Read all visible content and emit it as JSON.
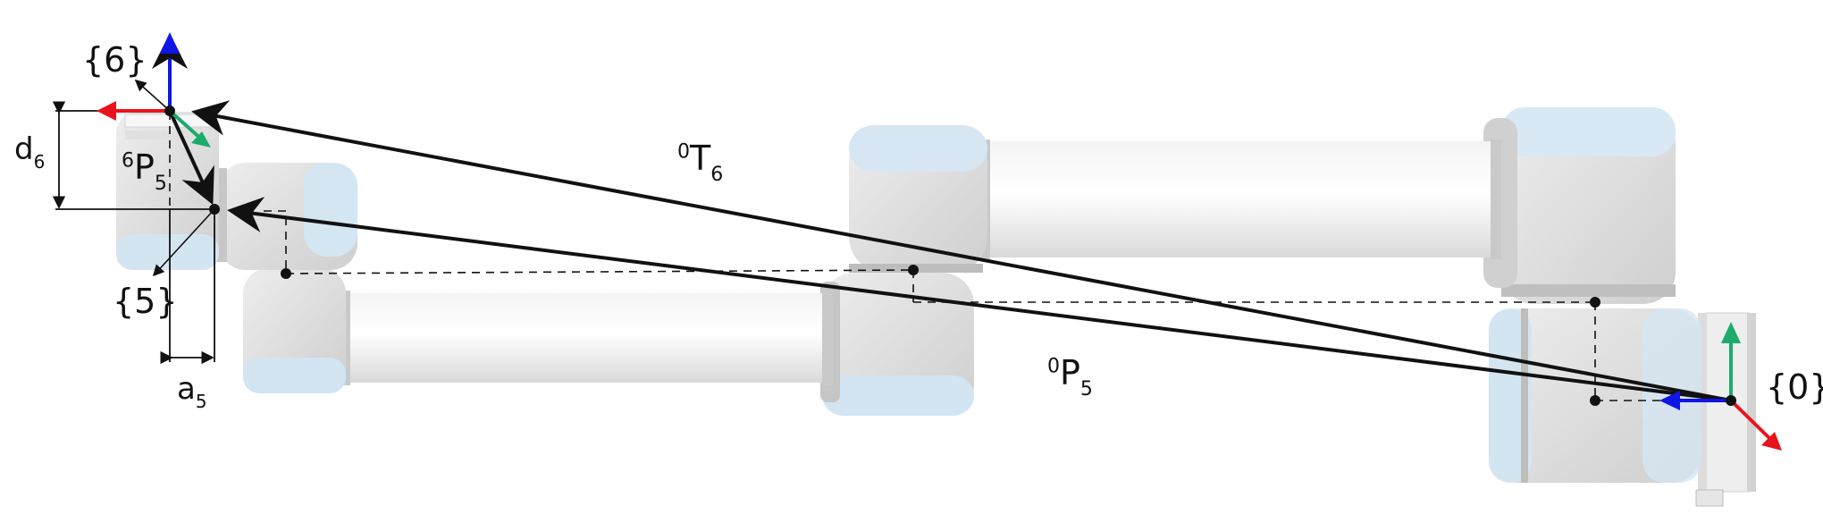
{
  "frames": {
    "frame6": "{6}",
    "frame5": "{5}",
    "frame0": "{0}"
  },
  "labels": {
    "transform": {
      "sup": "0",
      "main": "T",
      "sub": "6"
    },
    "p5_from_base": {
      "sup": "0",
      "main": "P",
      "sub": "5"
    },
    "p5_from_tool": {
      "sup": "6",
      "main": "P",
      "sub": "5"
    },
    "d6": {
      "main": "d",
      "sub": "6"
    },
    "a5": {
      "main": "a",
      "sub": "5"
    }
  },
  "colors": {
    "axis_x": "#e8141b",
    "axis_y": "#1bab6b",
    "axis_z": "#1016e6",
    "vector": "#111111",
    "link_body": "#e4e4e4",
    "joint_cap": "#cfe2f2",
    "joint_ring": "#b9b9b9"
  }
}
